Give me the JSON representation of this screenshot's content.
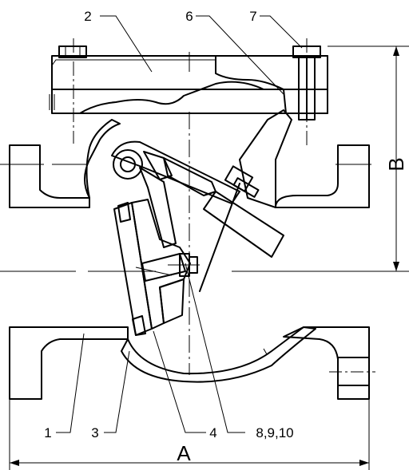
{
  "callouts": {
    "c1": "1",
    "c2": "2",
    "c3": "3",
    "c4": "4",
    "c6": "6",
    "c7": "7",
    "c8": "8,9,10"
  },
  "dimensions": {
    "a": "A",
    "b": "B"
  },
  "colors": {
    "ink": "#000000",
    "background": "#ffffff"
  }
}
